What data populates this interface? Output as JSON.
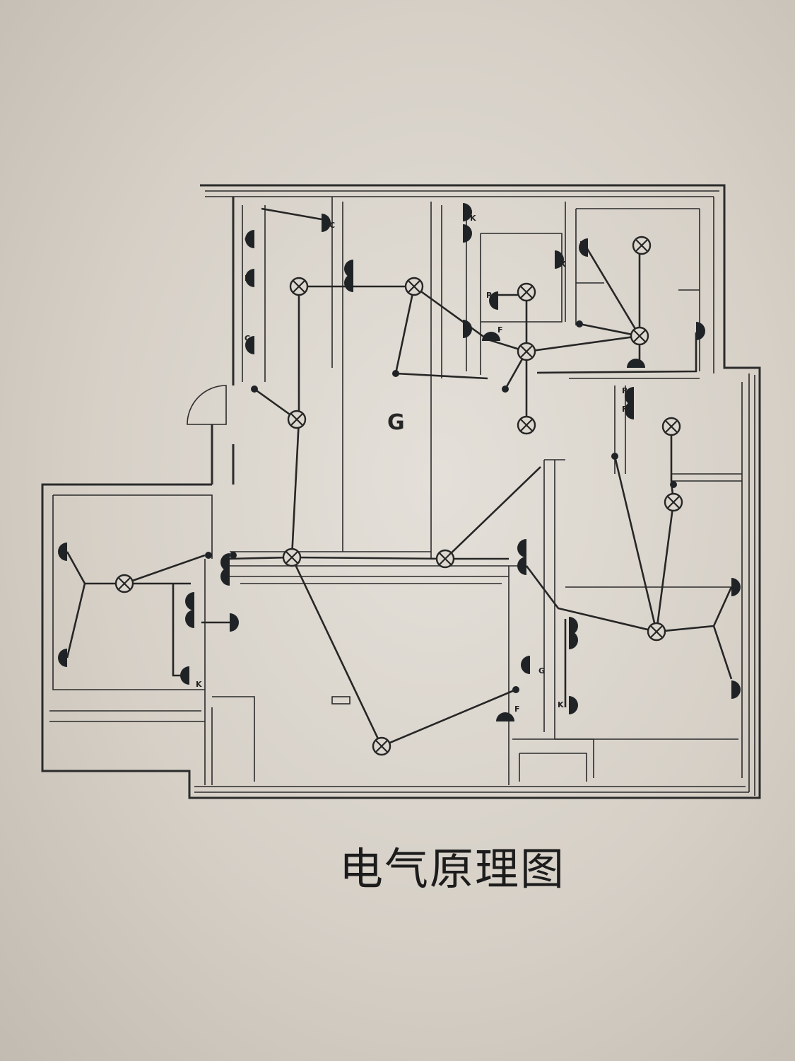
{
  "title": "电气原理图",
  "room_label": "G",
  "socket_labels": [
    "C",
    "C",
    "P",
    "C",
    "K",
    "X",
    "F",
    "R",
    "F",
    "R",
    "F",
    "G",
    "K",
    "F",
    "K"
  ],
  "colors": {
    "paper": "#d8d2c8",
    "ink": "#262626"
  }
}
